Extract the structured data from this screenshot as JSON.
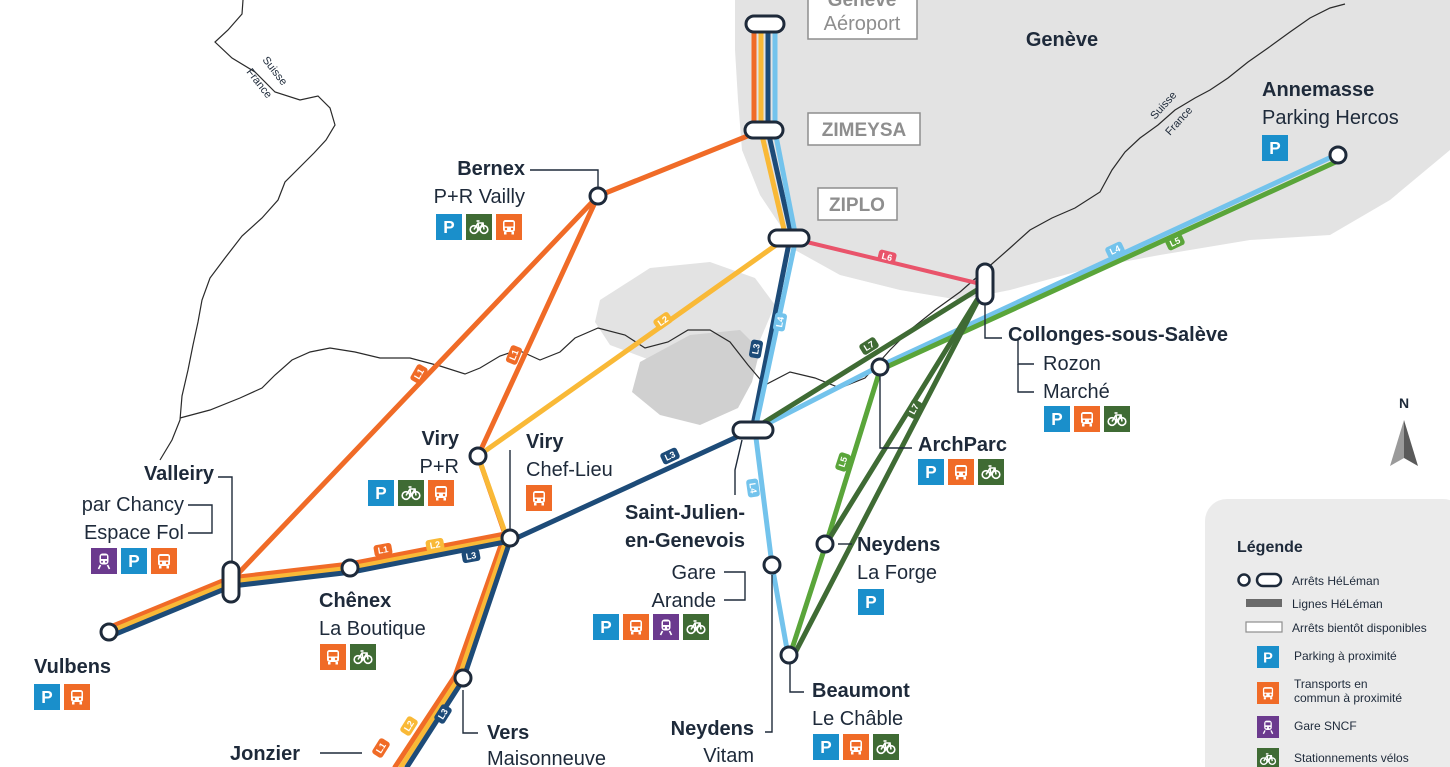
{
  "colors": {
    "L1": "#f06b27",
    "L2": "#f9b937",
    "L3": "#1d4b78",
    "L4": "#73c3ec",
    "L5": "#5aa53a",
    "L6": "#e9546b",
    "L7": "#3f6b34",
    "parking": "#1a8fcb",
    "transit": "#f06b27",
    "train": "#6b3a8e",
    "bike": "#3f6b34",
    "urban": "#e3e3e3",
    "text": "#1e2a3a"
  },
  "map": {
    "city_geneve": "Genève",
    "border_suisse": "Suisse",
    "border_france": "France",
    "north": "N"
  },
  "lines": {
    "L1": "L1",
    "L2": "L2",
    "L3": "L3",
    "L4": "L4",
    "L5": "L5",
    "L6": "L6",
    "L7": "L7"
  },
  "stations": {
    "geneve_aeroport": {
      "name_top": "Genève",
      "name": "Aéroport"
    },
    "zimeysa": {
      "name": "ZIMEYSA"
    },
    "ziplo": {
      "name": "ZIPLO"
    },
    "annemasse": {
      "name": "Annemasse",
      "sub": "Parking Hercos"
    },
    "bernex": {
      "name": "Bernex",
      "sub": "P+R Vailly"
    },
    "collonges": {
      "name": "Collonges-sous-Salève",
      "sub1": "Rozon",
      "sub2": "Marché"
    },
    "archparc": {
      "name": "ArchParc"
    },
    "viry_pr": {
      "name": "Viry",
      "sub": "P+R"
    },
    "viry_cl": {
      "name": "Viry",
      "sub": "Chef-Lieu"
    },
    "valleiry": {
      "name": "Valleiry",
      "sub1": "par Chancy",
      "sub2": "Espace Fol"
    },
    "saint_julien": {
      "name1": "Saint-Julien-",
      "name2": "en-Genevois",
      "sub1": "Gare",
      "sub2": "Arande"
    },
    "neydens_forge": {
      "name": "Neydens",
      "sub": "La Forge"
    },
    "chenex": {
      "name": "Chênex",
      "sub": "La Boutique"
    },
    "vulbens": {
      "name": "Vulbens"
    },
    "beaumont": {
      "name": "Beaumont",
      "sub": "Le Châble"
    },
    "jonzier": {
      "name": "Jonzier"
    },
    "vers": {
      "name": "Vers",
      "sub": "Maisonneuve"
    },
    "neydens_vitam": {
      "name": "Neydens",
      "sub": "Vitam"
    }
  },
  "icons": {
    "parking": "P",
    "parking_icon": "parking-icon",
    "bus_icon": "bus-icon",
    "train_icon": "train-icon",
    "bike_icon": "bike-icon"
  },
  "legend": {
    "title": "Légende",
    "stops": "Arrêts HéLéman",
    "lines": "Lignes HéLéman",
    "future_stops": "Arrêts bientôt disponibles",
    "parking": "Parking à proximité",
    "transit_line1": "Transports en",
    "transit_line2": "commun à proximité",
    "train": "Gare SNCF",
    "bike": "Stationnements vélos"
  }
}
